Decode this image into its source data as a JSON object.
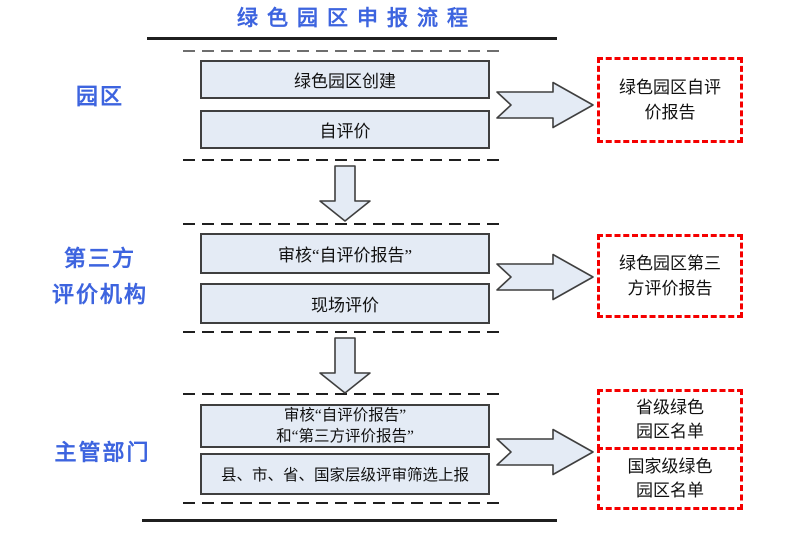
{
  "title": "绿色园区申报流程",
  "colors": {
    "accent_blue": "#3D64DF",
    "box_fill": "#E4EBF5",
    "box_border": "#3F3F3F",
    "output_border_red": "#F50000",
    "rule_dark": "#1F1F1F",
    "dash_gray": "#6E6E6E"
  },
  "lanes": [
    {
      "label_lines": [
        "园区"
      ],
      "steps": [
        {
          "lines": [
            "绿色园区创建"
          ]
        },
        {
          "lines": [
            "自评价"
          ]
        }
      ],
      "outputs": [
        {
          "lines": [
            "绿色园区自评",
            "价报告"
          ]
        }
      ]
    },
    {
      "label_lines": [
        "第三方",
        "评价机构"
      ],
      "steps": [
        {
          "lines": [
            "审核“自评价报告”"
          ]
        },
        {
          "lines": [
            "现场评价"
          ]
        }
      ],
      "outputs": [
        {
          "lines": [
            "绿色园区第三",
            "方评价报告"
          ]
        }
      ]
    },
    {
      "label_lines": [
        "主管部门"
      ],
      "steps": [
        {
          "lines": [
            "审核“自评价报告”",
            "和“第三方评价报告”"
          ]
        },
        {
          "lines": [
            "县、市、省、国家层级评审筛选上报"
          ]
        }
      ],
      "outputs": [
        {
          "lines": [
            "省级绿色",
            "园区名单"
          ]
        },
        {
          "lines": [
            "国家级绿色",
            "园区名单"
          ]
        }
      ]
    }
  ]
}
